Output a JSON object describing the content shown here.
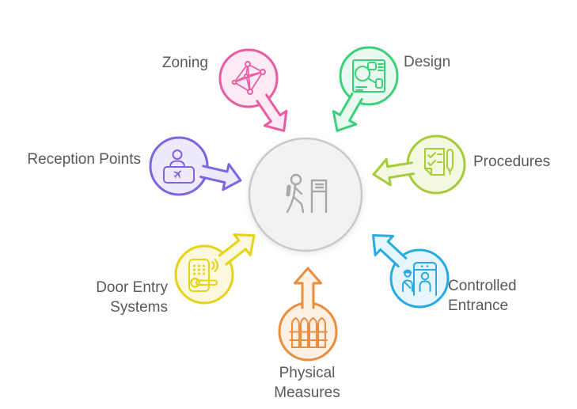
{
  "label_color": "#58595b",
  "center": {
    "icon": "person-entering-gate-icon",
    "fill": "#f2f2f2",
    "stroke": "#c9c9c9",
    "icon_color": "#a8a8a8"
  },
  "nodes": {
    "zoning": {
      "label": "Zoning",
      "color": "#e95ba2",
      "fill": "#fceaf4",
      "icon": "network-mesh-icon"
    },
    "design": {
      "label": "Design",
      "color": "#3ecf7c",
      "fill": "#e9f9f0",
      "icon": "blueprint-layout-icon"
    },
    "procedures": {
      "label": "Procedures",
      "color": "#a6cc3a",
      "fill": "#f3f8e1",
      "icon": "checklist-pen-icon"
    },
    "controlled_entrance": {
      "label": "Controlled Entrance",
      "color": "#29abe2",
      "fill": "#e7f5fc",
      "icon": "security-scanner-guard-icon"
    },
    "physical_measures": {
      "label": "Physical Measures",
      "color": "#ea8e3e",
      "fill": "#fcf1e4",
      "icon": "fence-icon"
    },
    "door_entry_systems": {
      "label": "Door Entry Systems",
      "color": "#e5d316",
      "fill": "#fbf8dd",
      "icon": "keypad-door-lock-icon"
    },
    "reception_points": {
      "label": "Reception Points",
      "color": "#7d64e0",
      "fill": "#eeeafb",
      "icon": "reception-desk-icon"
    }
  }
}
